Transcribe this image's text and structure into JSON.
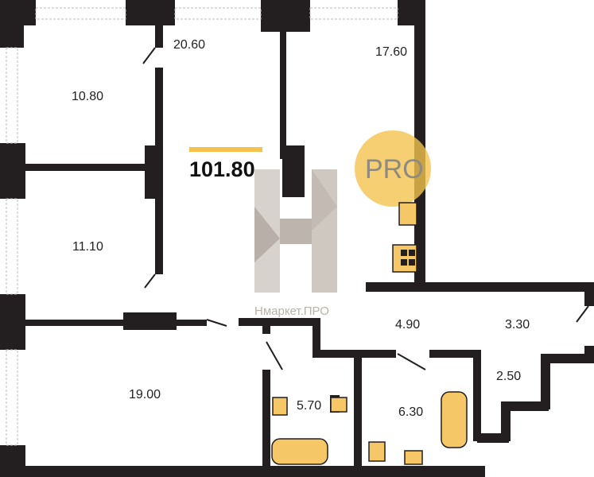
{
  "plan": {
    "total_area": "101.80",
    "rooms": [
      {
        "id": "bedroom-1",
        "area": "10.80"
      },
      {
        "id": "living",
        "area": "20.60"
      },
      {
        "id": "kitchen",
        "area": "17.60"
      },
      {
        "id": "bedroom-2",
        "area": "11.10"
      },
      {
        "id": "bedroom-3",
        "area": "19.00"
      },
      {
        "id": "hall",
        "area": "4.90"
      },
      {
        "id": "entry",
        "area": "3.30"
      },
      {
        "id": "closet",
        "area": "2.50"
      },
      {
        "id": "bathroom-1",
        "area": "5.70"
      },
      {
        "id": "bathroom-2",
        "area": "6.30"
      }
    ],
    "colors": {
      "wall": "#231f20",
      "fixture": "#f6c766",
      "accent": "#f3c34e"
    }
  },
  "watermark": {
    "text": "Нмаркет.ПРО",
    "badge": "PRO"
  }
}
